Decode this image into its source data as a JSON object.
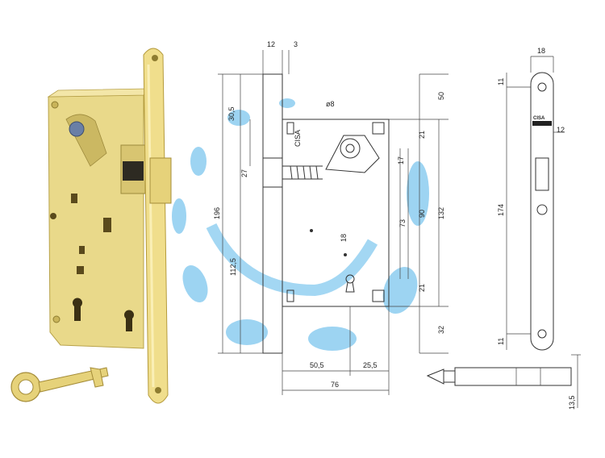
{
  "diagram": {
    "dimensions": {
      "top_left_12": "12",
      "top_3": "3",
      "d30_5": "30,5",
      "d27": "27",
      "d196": "196",
      "d112_5": "112,5",
      "phi8": "ø8",
      "d17": "17",
      "d21_top": "21",
      "d21_bottom": "21",
      "d73": "73",
      "d90": "90",
      "d132": "132",
      "d50": "50",
      "d32": "32",
      "d18": "18",
      "d50_5": "50,5",
      "d25_5": "25,5",
      "d76": "76",
      "side_18": "18",
      "side_11_top": "11",
      "side_11_bottom": "11",
      "side_12": "12",
      "side_174": "174",
      "pin_13_5": "13,5"
    },
    "faceplate_label": "CISA"
  }
}
